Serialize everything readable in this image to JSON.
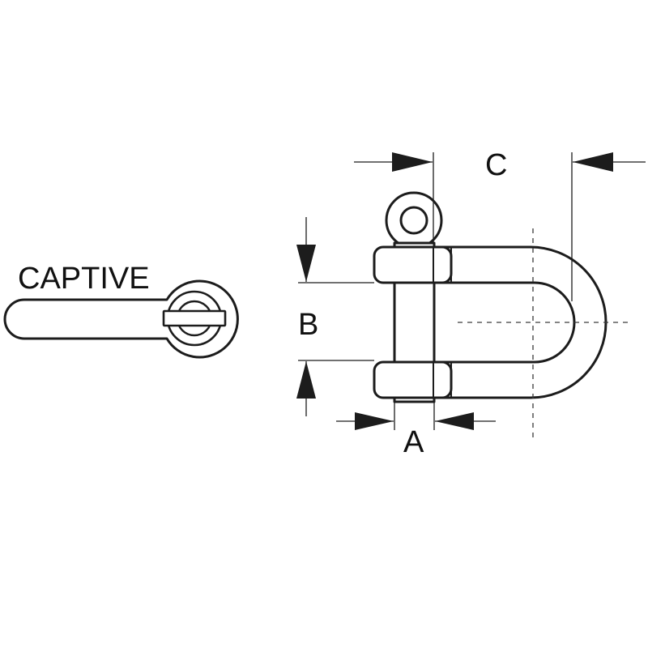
{
  "labels": {
    "captive": "CAPTIVE",
    "dim_a": "A",
    "dim_b": "B",
    "dim_c": "C"
  },
  "colors": {
    "line": "#1c1c1c",
    "background": "#ffffff"
  }
}
